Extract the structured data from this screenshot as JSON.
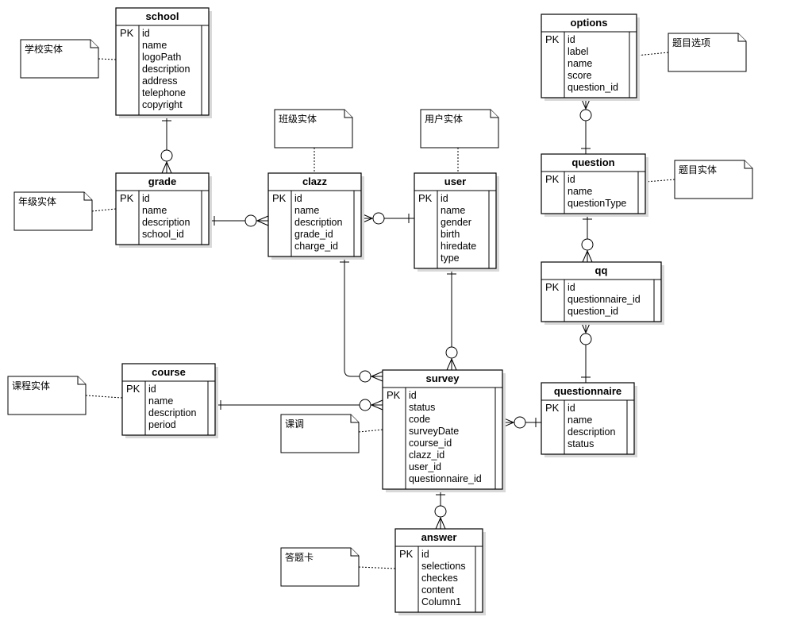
{
  "entities": {
    "school": {
      "name": "school",
      "pk": "PK",
      "attributes": [
        "id",
        "name",
        "logoPath",
        "description",
        "address",
        "telephone",
        "copyright"
      ]
    },
    "grade": {
      "name": "grade",
      "pk": "PK",
      "attributes": [
        "id",
        "name",
        "description",
        "school_id"
      ]
    },
    "clazz": {
      "name": "clazz",
      "pk": "PK",
      "attributes": [
        "id",
        "name",
        "description",
        "grade_id",
        "charge_id"
      ]
    },
    "user": {
      "name": "user",
      "pk": "PK",
      "attributes": [
        "id",
        "name",
        "gender",
        "birth",
        "hiredate",
        "type"
      ]
    },
    "options": {
      "name": "options",
      "pk": "PK",
      "attributes": [
        "id",
        "label",
        "name",
        "score",
        "question_id"
      ]
    },
    "question": {
      "name": "question",
      "pk": "PK",
      "attributes": [
        "id",
        "name",
        "questionType"
      ]
    },
    "qq": {
      "name": "qq",
      "pk": "PK",
      "attributes": [
        "id",
        "questionnaire_id",
        "question_id"
      ]
    },
    "questionnaire": {
      "name": "questionnaire",
      "pk": "PK",
      "attributes": [
        "id",
        "name",
        "description",
        "status"
      ]
    },
    "course": {
      "name": "course",
      "pk": "PK",
      "attributes": [
        "id",
        "name",
        "description",
        "period"
      ]
    },
    "survey": {
      "name": "survey",
      "pk": "PK",
      "attributes": [
        "id",
        "status",
        "code",
        "surveyDate",
        "course_id",
        "clazz_id",
        "user_id",
        "questionnaire_id"
      ]
    },
    "answer": {
      "name": "answer",
      "pk": "PK",
      "attributes": [
        "id",
        "selections",
        "checkes",
        "content",
        "Column1"
      ]
    }
  },
  "notes": {
    "school": "学校实体",
    "grade": "年级实体",
    "clazz": "班级实体",
    "user": "用户实体",
    "options": "题目选项",
    "question": "题目实体",
    "course": "课程实体",
    "survey": "课调",
    "answer": "答题卡"
  }
}
